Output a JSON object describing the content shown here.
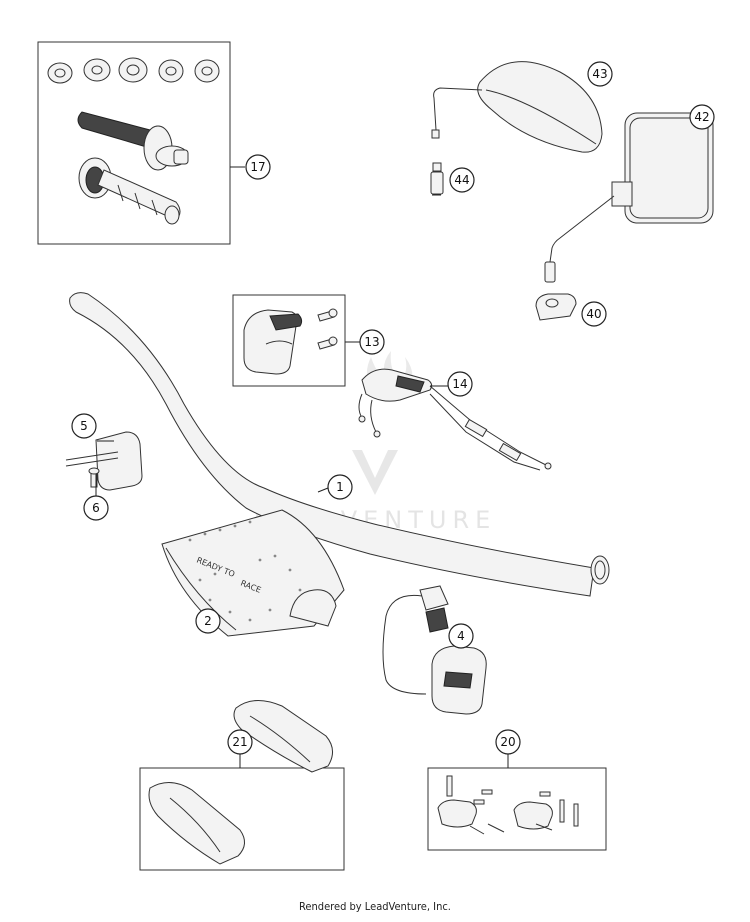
{
  "diagram": {
    "callouts": [
      {
        "id": "c17",
        "label": "17"
      },
      {
        "id": "c43",
        "label": "43"
      },
      {
        "id": "c42",
        "label": "42"
      },
      {
        "id": "c44",
        "label": "44"
      },
      {
        "id": "c40",
        "label": "40"
      },
      {
        "id": "c13",
        "label": "13"
      },
      {
        "id": "c14",
        "label": "14"
      },
      {
        "id": "c5",
        "label": "5"
      },
      {
        "id": "c6",
        "label": "6"
      },
      {
        "id": "c1",
        "label": "1"
      },
      {
        "id": "c2",
        "label": "2"
      },
      {
        "id": "c4",
        "label": "4"
      },
      {
        "id": "c21",
        "label": "21"
      },
      {
        "id": "c20",
        "label": "20"
      }
    ],
    "pad_text": {
      "line1": "READY TO",
      "line2": "RACE"
    },
    "watermark": "LEADVENTURE"
  },
  "footer": {
    "text": "Rendered by LeadVenture, Inc."
  }
}
